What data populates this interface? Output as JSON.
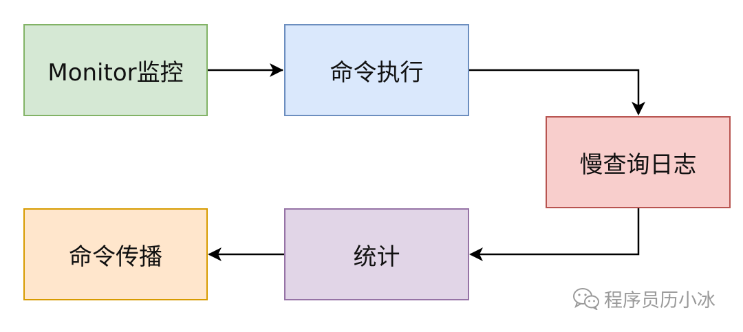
{
  "diagram": {
    "nodes": [
      {
        "id": "monitor",
        "label": "Monitor监控",
        "fill": "#d5e8d4",
        "stroke": "#82b366"
      },
      {
        "id": "exec",
        "label": "命令执行",
        "fill": "#dae8fc",
        "stroke": "#6c8ebf"
      },
      {
        "id": "slowlog",
        "label": "慢查询日志",
        "fill": "#f8cecc",
        "stroke": "#b85450"
      },
      {
        "id": "stats",
        "label": "统计",
        "fill": "#e1d5e7",
        "stroke": "#9673a6"
      },
      {
        "id": "propagate",
        "label": "命令传播",
        "fill": "#ffe6cc",
        "stroke": "#d79b00"
      }
    ],
    "edges": [
      {
        "from": "monitor",
        "to": "exec"
      },
      {
        "from": "exec",
        "to": "slowlog"
      },
      {
        "from": "slowlog",
        "to": "stats"
      },
      {
        "from": "stats",
        "to": "propagate"
      }
    ],
    "edge_color": "#000000"
  },
  "watermark": {
    "icon": "wechat-icon",
    "text": "程序员历小冰"
  }
}
